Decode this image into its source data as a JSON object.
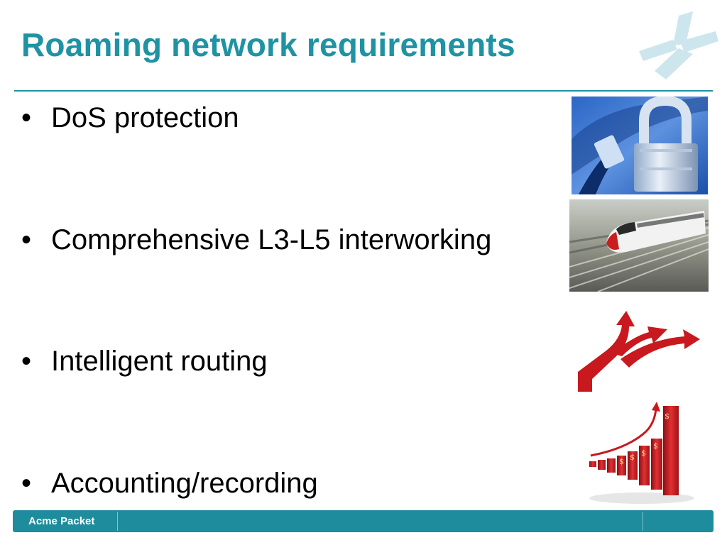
{
  "slide": {
    "title": "Roaming network requirements",
    "bullet_symbol": "•",
    "bullets": [
      "DoS protection",
      "Comprehensive L3-L5 interworking",
      "Intelligent routing",
      "Accounting/recording"
    ]
  },
  "images": [
    {
      "name": "padlock-network-cable-image"
    },
    {
      "name": "high-speed-train-image"
    },
    {
      "name": "red-branching-arrows-image"
    },
    {
      "name": "rising-dollar-bar-chart-image"
    }
  ],
  "footer": {
    "brand": "Acme Packet"
  },
  "colors": {
    "accent": "#1f93a3",
    "footer_bg": "#1e8c9c",
    "arrow_red": "#c8191e"
  }
}
